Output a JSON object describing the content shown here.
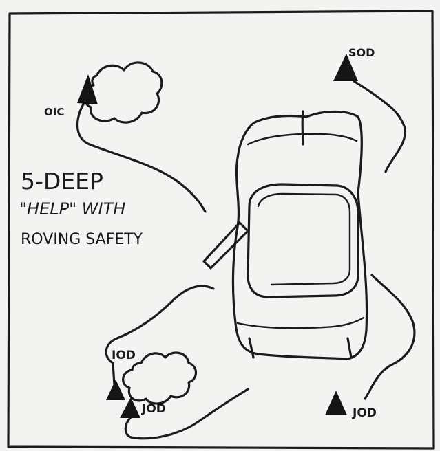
{
  "title_lines": [
    "5-DEEP",
    "\"HELP\" WITH",
    "ROVING SAFETY"
  ],
  "labels": {
    "oic": "OIC",
    "sod": "SOD",
    "iod": "IOD",
    "jod_left": "JOD",
    "jod_right": "JOD"
  },
  "colors": {
    "ink": "#1b1b1b",
    "paper": "#f3f3f1"
  }
}
